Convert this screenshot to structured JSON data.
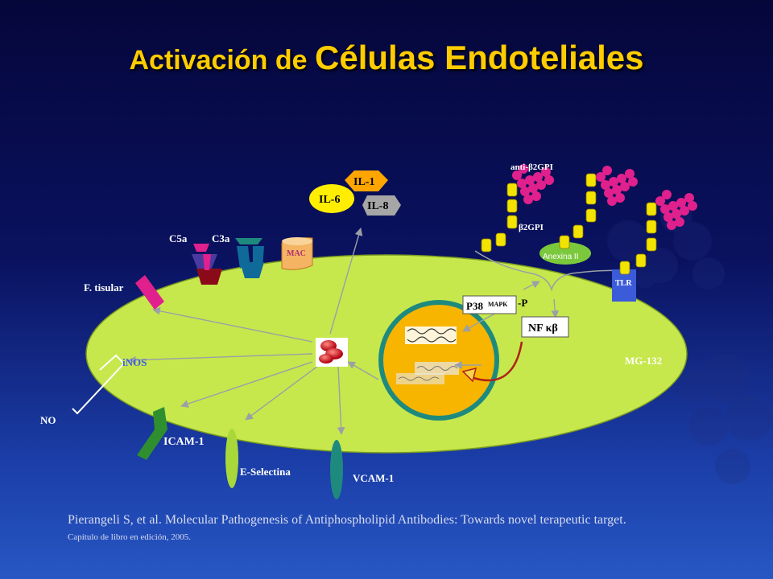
{
  "slide": {
    "title_part1": "Activación de ",
    "title_part2": "Células Endoteliales",
    "citation": "Pierangeli S, et al. Molecular Pathogenesis of Antiphospholipid Antibodies: Towards novel terapeutic target.",
    "citation_sub": "Capítulo de libro  en edición, 2005."
  },
  "labels": {
    "il1": "IL-1",
    "il6": "IL-6",
    "il8": "IL-8",
    "c5a": "C5a",
    "c3a": "C3a",
    "mac": "MAC",
    "f_tisular": "F. tisular",
    "inos": "iNOS",
    "no": "NO",
    "icam": "ICAM-1",
    "eselectina": "E-Selectina",
    "vcam": "VCAM-1",
    "p38": "P38",
    "mapk": "MAPK",
    "p_suffix": "-P",
    "nfkb": "NF κβ",
    "mg132": "MG-132",
    "tlr": "TLR",
    "anexina": "Anexina II",
    "anti_b2gpi": "anti-β2GPI",
    "b2gpi": "β2GPI"
  },
  "colors": {
    "title": "#ffcc00",
    "cell": "#c6e84c",
    "nucleus": "#f7b500",
    "nucleus_ring": "#1e8a7e",
    "antibody": "#e0208c",
    "b2gpi_domain": "#f2e400",
    "il1": "#ffa500",
    "il6": "#ffee00",
    "il8": "#a6a6a6",
    "tlr": "#3b5bd9",
    "anexina": "#7cc83c"
  }
}
